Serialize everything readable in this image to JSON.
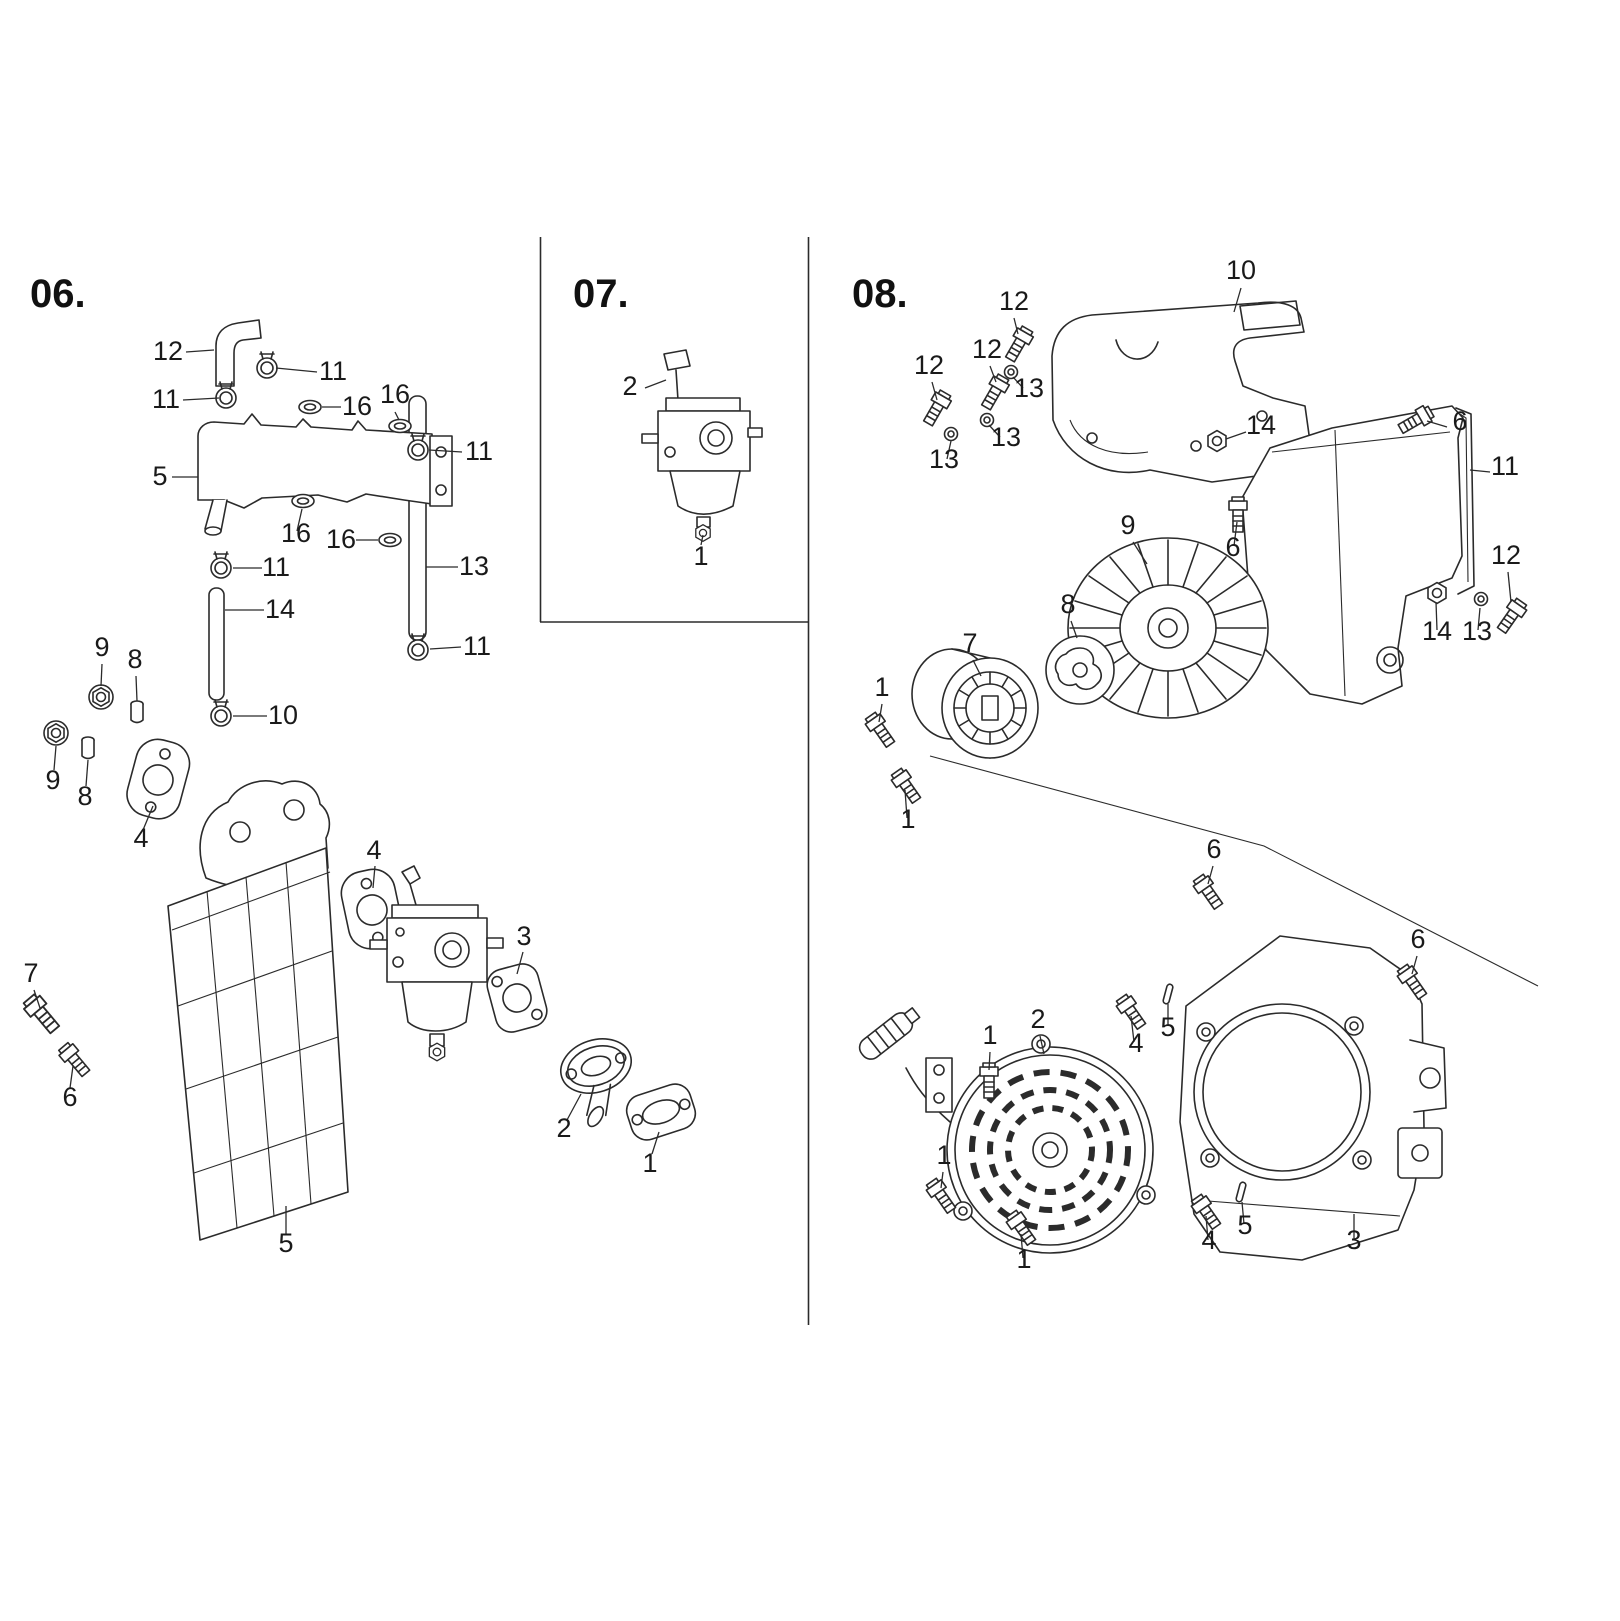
{
  "page": {
    "background": "#ffffff",
    "line_color": "#2b2b2b",
    "label_color": "#1a1a1a"
  },
  "sections": {
    "s06": {
      "title": "06.",
      "callouts": [
        "12",
        "11",
        "11",
        "16",
        "16",
        "11",
        "5",
        "16",
        "16",
        "11",
        "13",
        "14",
        "9",
        "8",
        "10",
        "11",
        "9",
        "8",
        "4",
        "4",
        "3",
        "7",
        "6",
        "2",
        "1",
        "5"
      ]
    },
    "s07": {
      "title": "07.",
      "callouts": [
        "2",
        "1"
      ]
    },
    "s08": {
      "title": "08.",
      "callouts": [
        "12",
        "10",
        "12",
        "13",
        "12",
        "13",
        "13",
        "14",
        "6",
        "11",
        "6",
        "9",
        "8",
        "7",
        "12",
        "13",
        "14",
        "1",
        "1",
        "6",
        "6",
        "2",
        "1",
        "4",
        "5",
        "1",
        "1",
        "4",
        "5",
        "3"
      ]
    }
  }
}
